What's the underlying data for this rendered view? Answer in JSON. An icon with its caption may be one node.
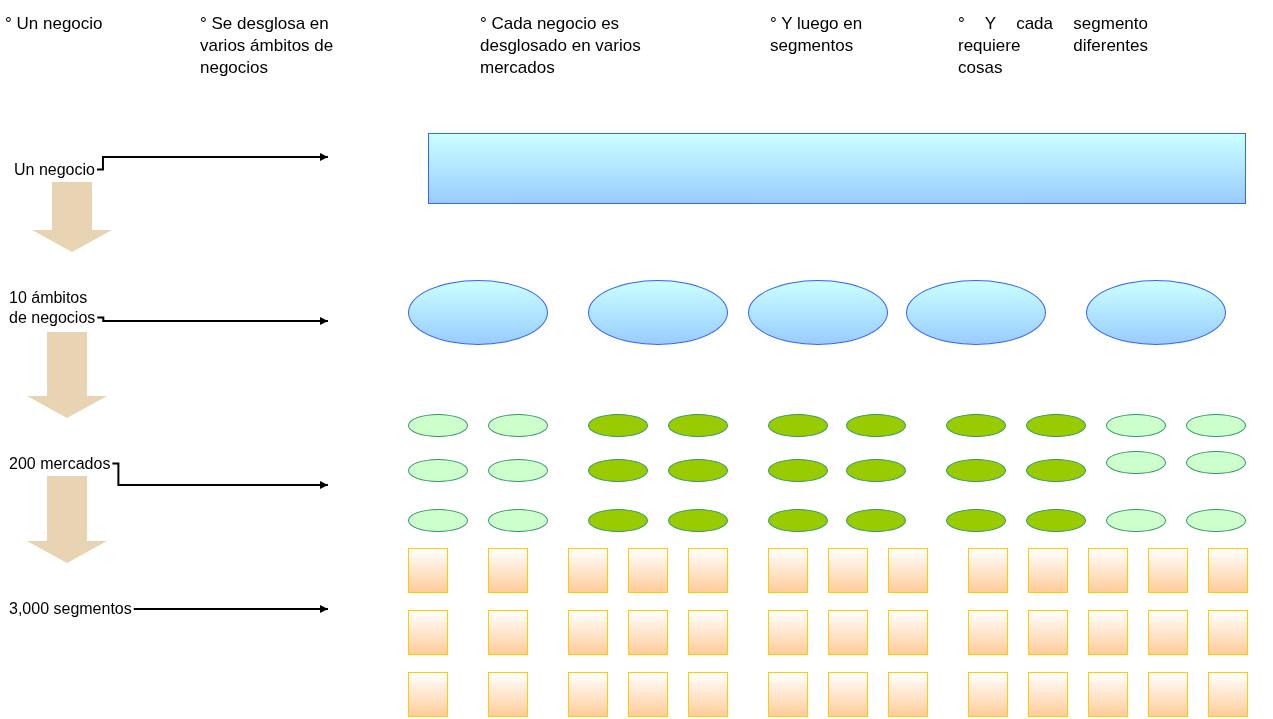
{
  "diagram": {
    "nodes": [
      {
        "text": [
          "Un negocio"
        ]
      },
      {
        "text": [
          "10 ámbitos de negocios"
        ]
      },
      {
        "text": [
          "200 mercados"
        ]
      },
      {
        "text": [
          "3,000 segmentos"
        ]
      },
      {
        "text": [],
        "shape": "box"
      },
      {
        "text": [],
        "shape": "ellipse"
      },
      {
        "text": [],
        "shape": "ellipse"
      },
      {
        "text": [],
        "shape": "ellipse"
      },
      {
        "text": [],
        "shape": "ellipse"
      },
      {
        "text": [],
        "shape": "ellipse"
      },
      {
        "text": [],
        "shape": "ellipse"
      },
      {
        "text": [],
        "shape": "ellipse"
      },
      {
        "text": [],
        "shape": "ellipse"
      },
      {
        "text": [],
        "shape": "ellipse"
      },
      {
        "text": [],
        "shape": "ellipse"
      },
      {
        "text": [],
        "shape": "ellipse"
      },
      {
        "text": [],
        "shape": "ellipse"
      },
      {
        "text": [],
        "shape": "ellipse"
      },
      {
        "text": [],
        "shape": "ellipse"
      },
      {
        "text": [],
        "shape": "ellipse"
      },
      {
        "text": [],
        "shape": "ellipse"
      },
      {
        "text": [],
        "shape": "ellipse"
      },
      {
        "text": [],
        "shape": "ellipse"
      },
      {
        "text": [],
        "shape": "ellipse"
      },
      {
        "text": [],
        "shape": "ellipse"
      },
      {
        "text": [],
        "shape": "ellipse"
      },
      {
        "text": [],
        "shape": "ellipse"
      },
      {
        "text": [],
        "shape": "ellipse"
      },
      {
        "text": [],
        "shape": "ellipse"
      },
      {
        "text": [],
        "shape": "ellipse"
      },
      {
        "text": [],
        "shape": "ellipse"
      },
      {
        "text": [],
        "shape": "ellipse"
      },
      {
        "text": [],
        "shape": "ellipse"
      },
      {
        "text": [],
        "shape": "ellipse"
      },
      {
        "text": [],
        "shape": "ellipse"
      },
      {
        "text": [],
        "shape": "ellipse"
      },
      {
        "text": [],
        "shape": "ellipse"
      },
      {
        "text": [],
        "shape": "ellipse"
      },
      {
        "text": [],
        "shape": "ellipse"
      },
      {
        "text": [],
        "shape": "ellipse"
      },
      {
        "text": [],
        "shape": "box"
      },
      {
        "text": [],
        "shape": "box"
      },
      {
        "text": [],
        "shape": "box"
      },
      {
        "text": [],
        "shape": "box"
      },
      {
        "text": [],
        "shape": "box"
      },
      {
        "text": [],
        "shape": "box"
      },
      {
        "text": [],
        "shape": "box"
      },
      {
        "text": [],
        "shape": "box"
      },
      {
        "text": [],
        "shape": "box"
      },
      {
        "text": [],
        "shape": "box"
      },
      {
        "text": [],
        "shape": "box"
      },
      {
        "text": [],
        "shape": "box"
      },
      {
        "text": [],
        "shape": "box"
      },
      {
        "text": [],
        "shape": "box"
      },
      {
        "text": [],
        "shape": "box"
      },
      {
        "text": [],
        "shape": "box"
      },
      {
        "text": [],
        "shape": "box"
      },
      {
        "text": [],
        "shape": "box"
      },
      {
        "text": [],
        "shape": "box"
      },
      {
        "text": [],
        "shape": "box"
      },
      {
        "text": [],
        "shape": "box"
      },
      {
        "text": [],
        "shape": "box"
      },
      {
        "text": [],
        "shape": "box"
      },
      {
        "text": [],
        "shape": "box"
      },
      {
        "text": [],
        "shape": "box"
      },
      {
        "text": [],
        "shape": "box"
      },
      {
        "text": [],
        "shape": "box"
      },
      {
        "text": [],
        "shape": "box"
      },
      {
        "text": [],
        "shape": "box"
      },
      {
        "text": [],
        "shape": "box"
      },
      {
        "text": [],
        "shape": "box"
      },
      {
        "text": [],
        "shape": "box"
      },
      {
        "text": [],
        "shape": "box"
      },
      {
        "text": [],
        "shape": "box"
      },
      {
        "text": [],
        "shape": "box"
      },
      {
        "text": [],
        "shape": "box"
      },
      {
        "text": [],
        "shape": "box"
      },
      {
        "text": [],
        "shape": "box"
      },
      {
        "text": [],
        "shape": "box"
      }
    ],
    "edges": [
      {
        "from": 0,
        "to": null,
        "arrow": "to"
      },
      {
        "from": 1,
        "to": null,
        "arrow": "to"
      },
      {
        "from": 2,
        "to": null,
        "arrow": "to"
      },
      {
        "from": 3,
        "to": null,
        "arrow": "to"
      },
      {
        "from": 0,
        "to": 1,
        "arrow": "to",
        "style": "thick",
        "color": "#e8d3b3"
      },
      {
        "from": 1,
        "to": 2,
        "arrow": "to",
        "style": "thick",
        "color": "#e8d3b3"
      },
      {
        "from": 2,
        "to": 3,
        "arrow": "to",
        "style": "thick",
        "color": "#e8d3b3"
      }
    ],
    "labels": [
      "° Un negocio",
      "° Se desglosa en varios ámbitos de negocios",
      "° Cada negocio es desglosado en varios mercados",
      "° Y luego en segmentos",
      "° Y cada segmento requiere diferentes cosas"
    ]
  }
}
